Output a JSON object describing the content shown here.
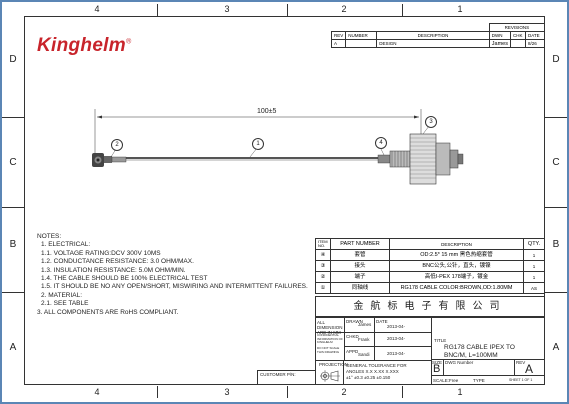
{
  "brand": {
    "logo": "Kinghelm",
    "reg": "®"
  },
  "zones": {
    "cols": [
      "4",
      "3",
      "2",
      "1"
    ],
    "rows": [
      "D",
      "C",
      "B",
      "A"
    ]
  },
  "revisions": {
    "title": "REVISIONS",
    "headers": [
      "REV",
      "NUMBER",
      "DESCRIPTION",
      "DWN",
      "CHK",
      "DATE"
    ],
    "row": {
      "rev": "A",
      "number": "",
      "description": "DESIGN",
      "dwn": "James",
      "chk": "",
      "date": "8/26"
    }
  },
  "drawing": {
    "dimension": "100±5",
    "balloons": [
      "1",
      "2",
      "3",
      "4"
    ]
  },
  "notes": [
    "NOTES:",
    "1.  ELECTRICAL:",
    "1.1.  VOLTAGE RATING:DCV 300V 10MS",
    "1.2.  CONDUCTANCE RESISTANCE: 3.0 OHM/MAX.",
    "1.3.  INSULATION RESISTANCE: 5.0M OHM/MIN.",
    "1.4.  THE CABLE SHOULD BE 100% ELECTRICAL TEST",
    "1.5.  IT SHOULD BE NO ANY OPEN/SHORT, MISWIRING AND INTERMITTENT FAILURES.",
    "2.  MATERIAL:",
    "2.1.  SEE TABLE",
    "3.  ALL COMPONENTS ARE RoHS COMPLIANT."
  ],
  "bom": {
    "headers": {
      "item": "ITEM NO.",
      "part": "PART NUMBER",
      "desc": "DESCRIPTION",
      "qty": "QTY."
    },
    "rows": [
      {
        "item": "④",
        "part": "套管",
        "desc": "OD:2.5* 15 mm 黑色热缩套管",
        "qty": "1"
      },
      {
        "item": "③",
        "part": "接头",
        "desc": "BNC公头,公针，直头，镀镍",
        "qty": "1"
      },
      {
        "item": "②",
        "part": "端子",
        "desc": "高低I-PEX 178端子，镀金",
        "qty": "1"
      },
      {
        "item": "①",
        "part": "同轴线",
        "desc": "RG178 CABLE COLOR:BROWN,OD:1.80MM",
        "qty": "AS"
      }
    ]
  },
  "company_cn": "金航标电子有限公司",
  "titleblock": {
    "dims_label": "ALL DIMENSION ARE IN MM",
    "drawn_label": "DRAWN",
    "drawn": "James",
    "date_label": "DATE",
    "drawn_date": "2013-04-",
    "chkd_label": "CHKD",
    "chkd": "Frank",
    "chkd_date": "2013-04-",
    "appd_label": "APPD",
    "appd": "Sandi",
    "appd_date": "2013-04-",
    "confidential": "CONFIDENTIAL INFORMATION OF KINGHELM",
    "do_not_scale": "DO NOT SCALE THIS DRAWING",
    "projection": "PROJECTION",
    "tolerance_title": "GENERAL TOLERANCE FOR",
    "tolerance_line1": "ANGLES  X.X  X.XX  X.XXX",
    "tolerance_line2": "±1°    ±0.3   ±0.25   ±0.150",
    "customer_pn": "CUSTOMER P/N:",
    "title_label": "TITLE",
    "title_line1": "RG178  CABLE IPEX  TO",
    "title_line2": "BNC/M, L=100MM",
    "size_label": "SIZE",
    "size": "B",
    "dwg_label": "DWG Number",
    "rev_label": "REV",
    "rev": "A",
    "scale_label": "SCALE:Free",
    "type_label": "TYPE",
    "sheet_label": "SHEET 1 OF 1"
  }
}
